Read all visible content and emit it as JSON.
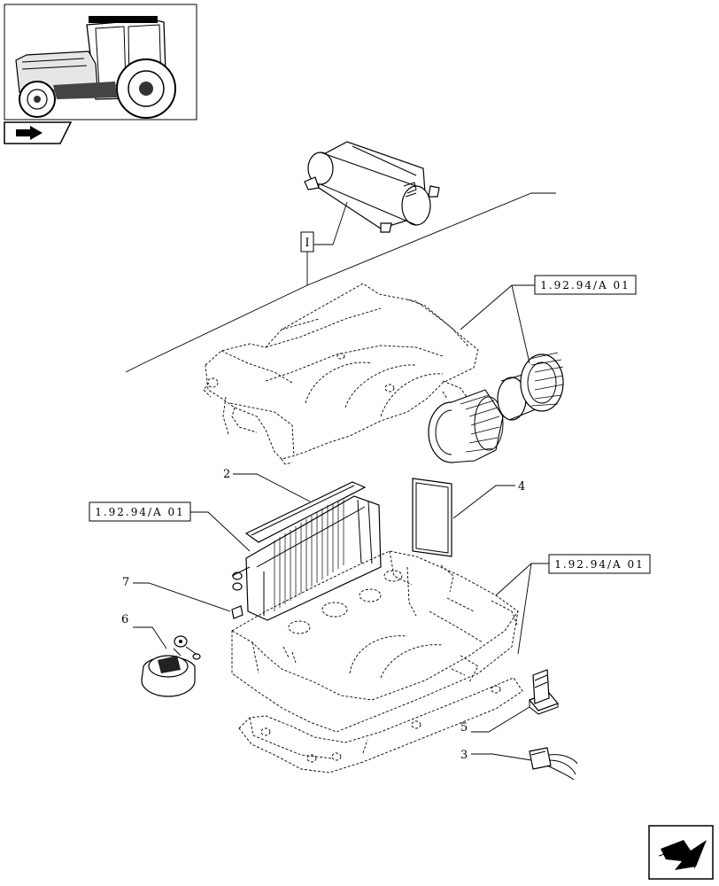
{
  "thumbnail": {
    "icon": "tractor-cab-thumbnail"
  },
  "section_icon": "section-arrow-icon",
  "nav_icon": "next-page-arrow-icon",
  "group_label": "I",
  "references": [
    {
      "id": "ref-top",
      "text": "1.92.94/A 01"
    },
    {
      "id": "ref-left",
      "text": "1.92.94/A 01"
    },
    {
      "id": "ref-right",
      "text": "1.92.94/A 01"
    }
  ],
  "callouts": {
    "c2": "2",
    "c3": "3",
    "c4": "4",
    "c5": "5",
    "c6": "6",
    "c7": "7"
  }
}
